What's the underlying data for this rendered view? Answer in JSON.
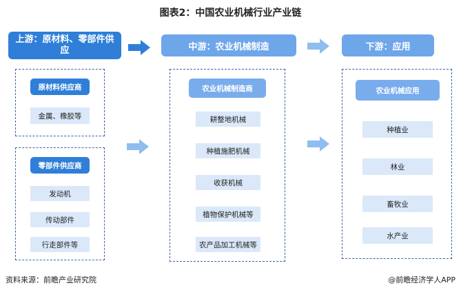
{
  "title": "图表2：中国农业机械行业产业链",
  "upstream": {
    "header": "上游：原材料、零部件供应",
    "groups": [
      {
        "header": "原材料供应商",
        "items": [
          "金属、橡胶等"
        ]
      },
      {
        "header": "零部件供应商",
        "items": [
          "发动机",
          "传动部件",
          "行走部件等"
        ]
      }
    ]
  },
  "midstream": {
    "header": "中游：农业机械制造",
    "subheader": "农业机械制造商",
    "items": [
      "耕整地机械",
      "种植施肥机械",
      "收获机械",
      "植物保护机械等",
      "农产品加工机械等"
    ]
  },
  "downstream": {
    "header": "下游：应用",
    "subheader": "农业机械应用",
    "items": [
      "种植业",
      "林业",
      "畜牧业",
      "水产业"
    ]
  },
  "footer": {
    "source": "资料来源：前瞻产业研究院",
    "credit": "@前瞻经济学人APP"
  },
  "colors": {
    "primary": "#2f7fd8",
    "secondary": "#6ea6ea",
    "item_bg": "#dbe8f9",
    "dash_border": "#3a5fa8",
    "arrow": "#2f7fd8",
    "arrow_light": "#8fbdf0"
  }
}
